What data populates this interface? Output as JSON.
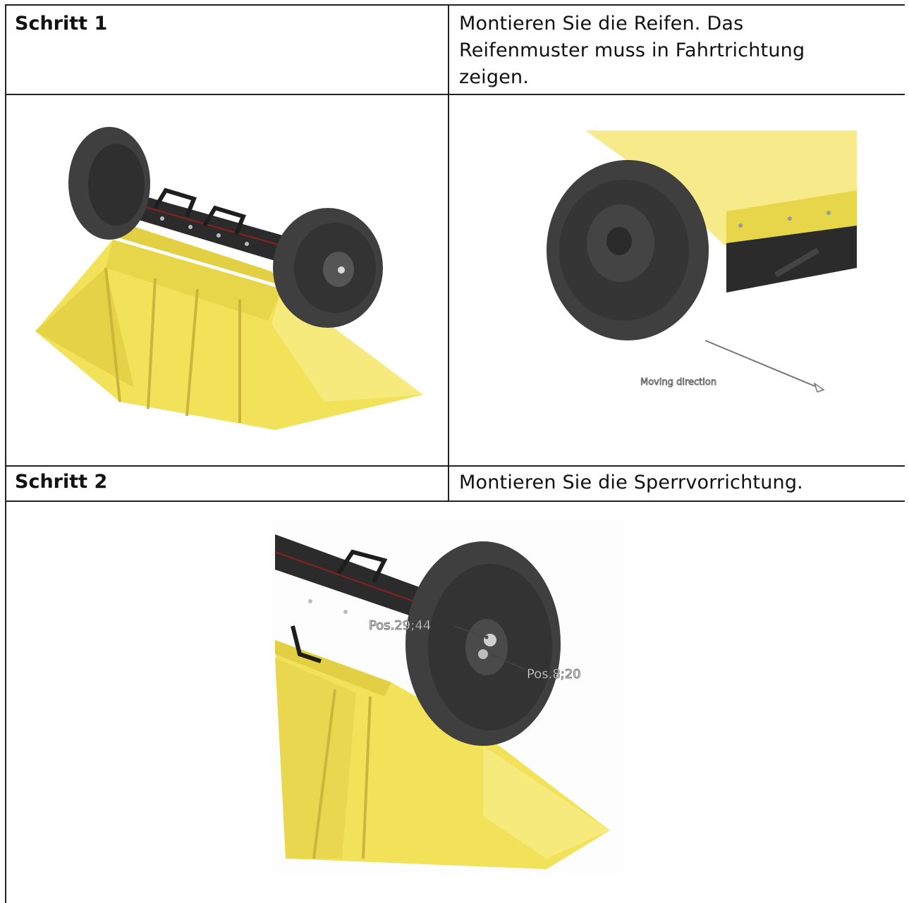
{
  "rows": [
    {
      "step": "Schritt 1",
      "description": "Montieren Sie die Reifen. Das Reifenmuster muss in Fahrtrichtung zeigen."
    },
    {
      "step": "Schritt 2",
      "description": "Montieren Sie die Sperrvorrichtung."
    }
  ],
  "figures": {
    "tire_direction": {
      "label": "Moving direction"
    },
    "lock_assembly": {
      "callout_a": "Pos.29;44",
      "callout_b": "Pos.8;20"
    }
  },
  "colors": {
    "machine_yellow": "#f2e25a",
    "tire": "#3f3f3f",
    "axle": "#2b2b2b",
    "border": "#222222"
  }
}
